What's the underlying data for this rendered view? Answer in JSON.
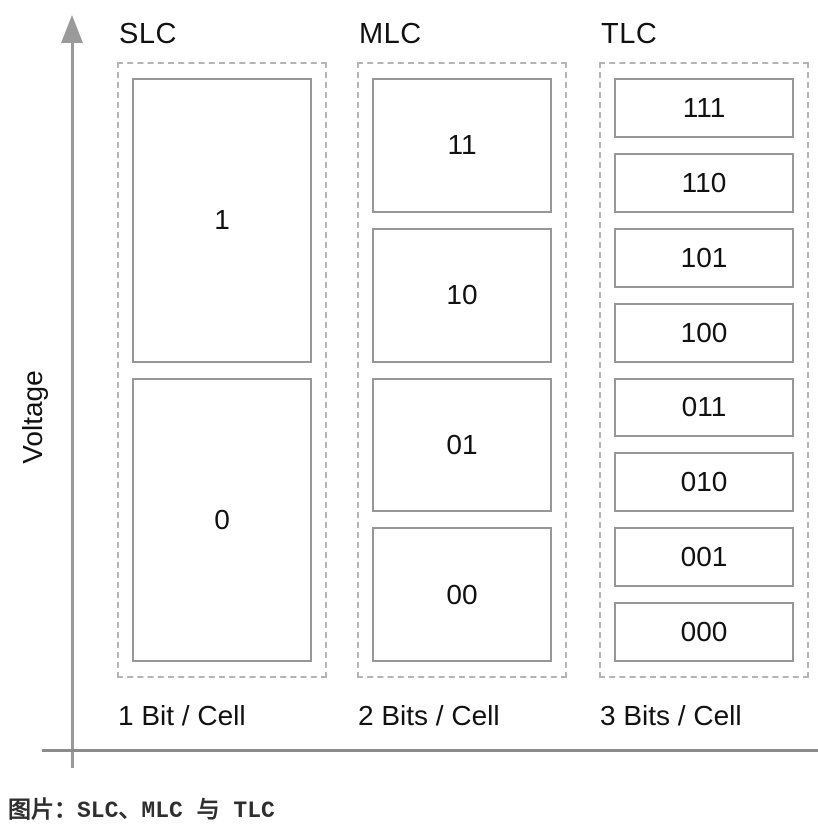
{
  "axis": {
    "y_label": "Voltage"
  },
  "columns": [
    {
      "header": "SLC",
      "footer": "1 Bit / Cell",
      "cells": [
        "1",
        "0"
      ]
    },
    {
      "header": "MLC",
      "footer": "2 Bits / Cell",
      "cells": [
        "11",
        "10",
        "01",
        "00"
      ]
    },
    {
      "header": "TLC",
      "footer": "3 Bits / Cell",
      "cells": [
        "111",
        "110",
        "101",
        "100",
        "011",
        "010",
        "001",
        "000"
      ]
    }
  ],
  "caption": {
    "prefix": "图片：",
    "title": "SLC、MLC 与 TLC"
  },
  "colors": {
    "axis_gray": "#9a9a9a",
    "box_border_gray": "#979797",
    "dashed_border_gray": "#b4b4b4",
    "text_black": "#111111",
    "caption_gray": "#2f2f2f"
  }
}
